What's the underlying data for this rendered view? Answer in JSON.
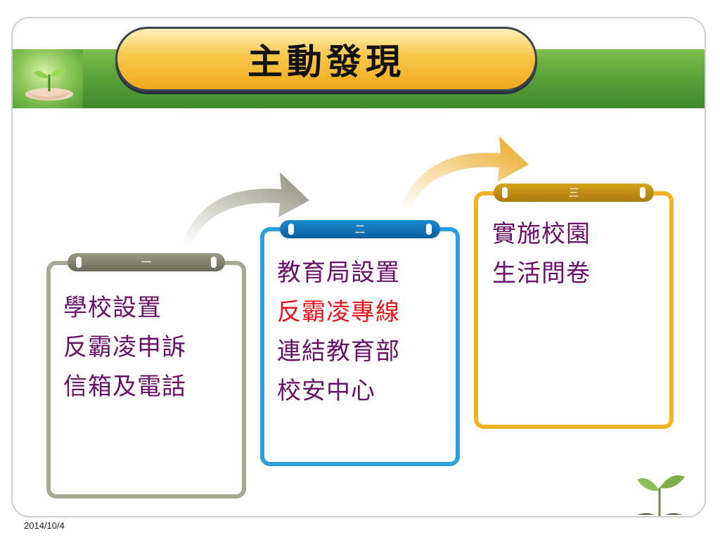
{
  "slide": {
    "title": "主動發現",
    "date": "2014/10/4"
  },
  "cards": [
    {
      "number": "一",
      "lines": [
        "學校設置",
        "反霸凌申訴",
        "信箱及電話"
      ],
      "border_color": "#a7a796",
      "text_color": "#6a0f6a"
    },
    {
      "number": "二",
      "lines": [
        "教育局設置",
        "反霸凌專線",
        "連結教育部",
        "校安中心"
      ],
      "highlight_line_index": 1,
      "highlight_color": "#e8141c",
      "border_color": "#2c9fdc",
      "text_color": "#6a0f6a"
    },
    {
      "number": "三",
      "lines": [
        "實施校園",
        "生活問卷"
      ],
      "border_color": "#f0b324",
      "text_color": "#6a0f6a"
    }
  ],
  "colors": {
    "band_green": "#5aa23a",
    "title_gold": "#f8c84a",
    "arrow_gray": "#a7a796",
    "arrow_gold": "#f0b324"
  },
  "icons": [
    "leaf-photo-icon",
    "curved-arrow-icon",
    "sprout-icon"
  ]
}
